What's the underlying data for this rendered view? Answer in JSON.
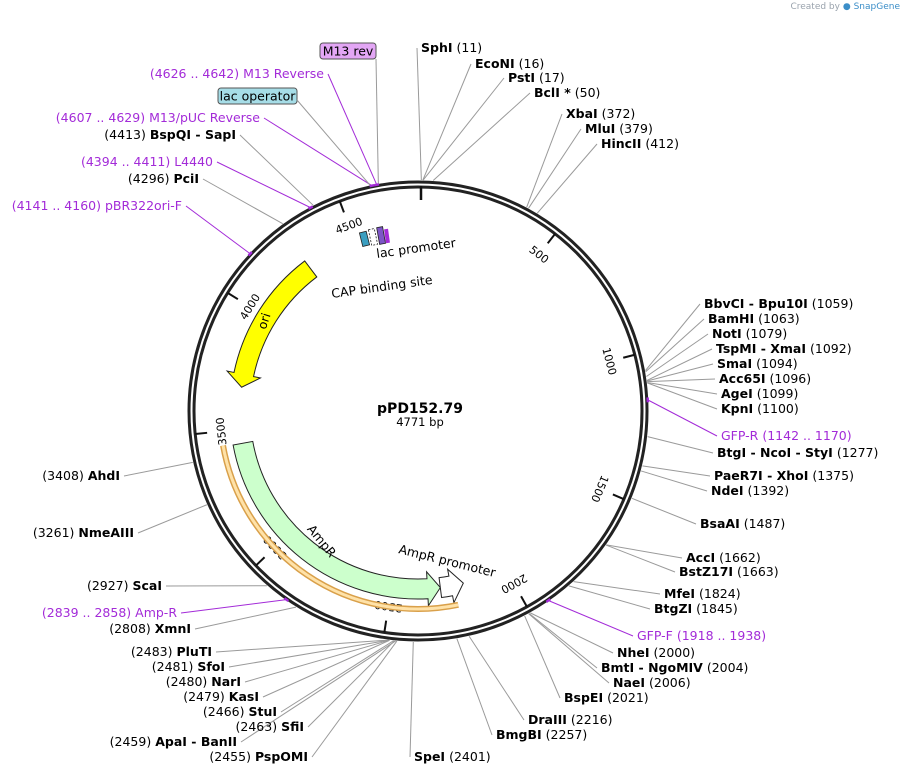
{
  "credit": {
    "prefix": "Created by",
    "brand": "SnapGene"
  },
  "plasmid": {
    "name": "pPD152.79",
    "length_label": "4771 bp",
    "length": 4771
  },
  "scale_ticks": [
    "500",
    "1000",
    "1500",
    "2000",
    "2500",
    "3000",
    "3500",
    "4000",
    "4500"
  ],
  "features": [
    {
      "label": "ori",
      "start": 3680,
      "end": 4280,
      "dir": -1,
      "color": "#ffff00"
    },
    {
      "label": "AmpR",
      "start": 2290,
      "end": 3440,
      "dir": -1,
      "color": "#ccffcc"
    },
    {
      "label": "AmpR promoter",
      "start": 2190,
      "end": 2290,
      "dir": -1,
      "color": "#ffffff"
    },
    {
      "label": "lac promoter",
      "color": "#7d55c7"
    },
    {
      "label": "CAP binding site",
      "color": "#3a9ec0"
    }
  ],
  "boxed_labels": [
    {
      "text": "M13 rev",
      "color": "#e3a6f5"
    },
    {
      "text": "lac operator",
      "color": "#a6dde7"
    }
  ],
  "sites": [
    {
      "name": "SphI",
      "pos": "(11)"
    },
    {
      "name": "EcoNI",
      "pos": "(16)"
    },
    {
      "name": "PstI",
      "pos": "(17)"
    },
    {
      "name": "BclI *",
      "pos": "(50)"
    },
    {
      "name": "XbaI",
      "pos": "(372)"
    },
    {
      "name": "MluI",
      "pos": "(379)"
    },
    {
      "name": "HincII",
      "pos": "(412)"
    },
    {
      "name": "BbvCI",
      "name2": "Bpu10I",
      "pos": "(1059)"
    },
    {
      "name": "BamHI",
      "pos": "(1063)"
    },
    {
      "name": "NotI",
      "pos": "(1079)"
    },
    {
      "name": "TspMI",
      "name2": "XmaI",
      "pos": "(1092)"
    },
    {
      "name": "SmaI",
      "pos": "(1094)"
    },
    {
      "name": "Acc65I",
      "pos": "(1096)"
    },
    {
      "name": "AgeI",
      "pos": "(1099)"
    },
    {
      "name": "KpnI",
      "pos": "(1100)"
    },
    {
      "name": "BtgI",
      "name2": "NcoI",
      "name3": "StyI",
      "pos": "(1277)"
    },
    {
      "name": "PaeR7I",
      "name2": "XhoI",
      "pos": "(1375)"
    },
    {
      "name": "NdeI",
      "pos": "(1392)"
    },
    {
      "name": "BsaAI",
      "pos": "(1487)"
    },
    {
      "name": "AccI",
      "pos": "(1662)"
    },
    {
      "name": "BstZ17I",
      "pos": "(1663)"
    },
    {
      "name": "MfeI",
      "pos": "(1824)"
    },
    {
      "name": "BtgZI",
      "pos": "(1845)"
    },
    {
      "name": "NheI",
      "pos": "(2000)"
    },
    {
      "name": "BmtI",
      "name2": "NgoMIV",
      "pos": "(2004)"
    },
    {
      "name": "NaeI",
      "pos": "(2006)"
    },
    {
      "name": "BspEI",
      "pos": "(2021)"
    },
    {
      "name": "DraIII",
      "pos": "(2216)"
    },
    {
      "name": "BmgBI",
      "pos": "(2257)"
    },
    {
      "name": "SpeI",
      "pos": "(2401)"
    },
    {
      "name": "PspOMI",
      "pos": "(2455)"
    },
    {
      "name": "ApaI",
      "name2": "BanII",
      "pos": "(2459)"
    },
    {
      "name": "SfiI",
      "pos": "(2463)"
    },
    {
      "name": "StuI",
      "pos": "(2466)"
    },
    {
      "name": "KasI",
      "pos": "(2479)"
    },
    {
      "name": "NarI",
      "pos": "(2480)"
    },
    {
      "name": "SfoI",
      "pos": "(2481)"
    },
    {
      "name": "PluTI",
      "pos": "(2483)"
    },
    {
      "name": "XmnI",
      "pos": "(2808)"
    },
    {
      "name": "ScaI",
      "pos": "(2927)"
    },
    {
      "name": "NmeAIII",
      "pos": "(3261)"
    },
    {
      "name": "AhdI",
      "pos": "(3408)"
    },
    {
      "name": "PciI",
      "pos": "(4296)"
    },
    {
      "name": "BspQI",
      "name2": "SapI",
      "pos": "(4413)"
    }
  ],
  "primers": [
    {
      "name": "M13 Reverse",
      "range": "(4626 .. 4642)"
    },
    {
      "name": "M13/pUC Reverse",
      "range": "(4607 .. 4629)"
    },
    {
      "name": "L4440",
      "range": "(4394 .. 4411)"
    },
    {
      "name": "pBR322ori-F",
      "range": "(4141 .. 4160)"
    },
    {
      "name": "GFP-R",
      "range": "(1142 .. 1170)"
    },
    {
      "name": "GFP-F",
      "range": "(1918 .. 1938)"
    },
    {
      "name": "Amp-R",
      "range": "(2839 .. 2858)"
    }
  ]
}
